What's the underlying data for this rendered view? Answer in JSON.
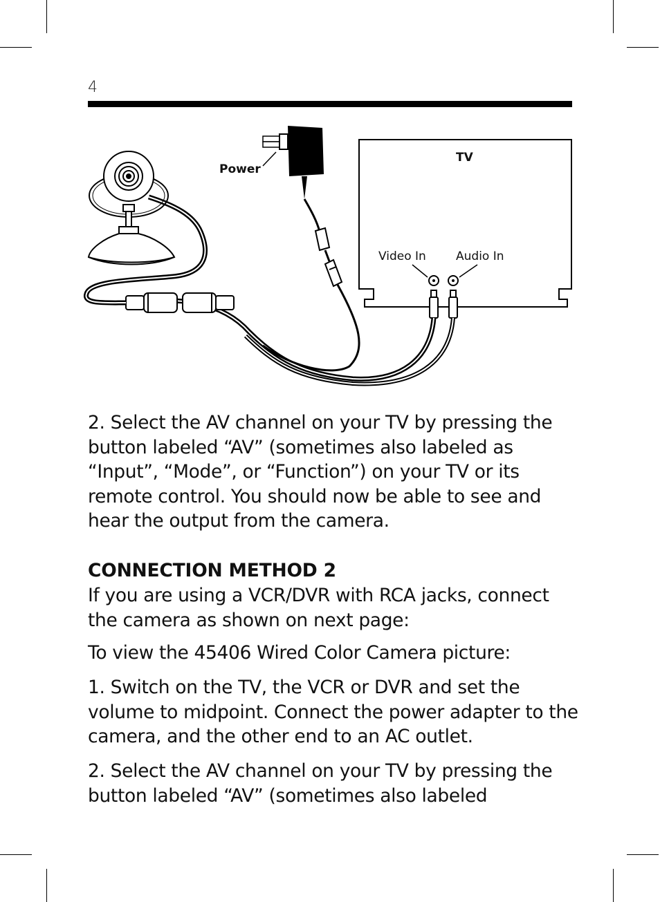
{
  "page": {
    "number": "4"
  },
  "diagram": {
    "labels": {
      "power": "Power",
      "tv": "TV",
      "video_in": "Video In",
      "audio_in": "Audio In"
    }
  },
  "content": {
    "para_step2_top": "2. Select the AV channel on your TV by pressing the button labeled “AV” (sometimes also labeled as “Input”, “Mode”, or “Function”) on your TV or its remote control. You should now be able to see and hear the output from the camera.",
    "heading_method2": "CONNECTION METHOD 2",
    "para_method2_intro": "If you are using a VCR/DVR with RCA jacks, connect the camera as shown on next page:",
    "para_view": "To view the 45406 Wired Color Camera picture:",
    "para_step1": "1. Switch on the TV, the VCR or DVR and set the volume to midpoint. Connect the power adapter to the camera, and the other end to an AC outlet.",
    "para_step2_bottom": "2. Select the AV channel on your TV by pressing the button labeled “AV” (sometimes also labeled"
  }
}
